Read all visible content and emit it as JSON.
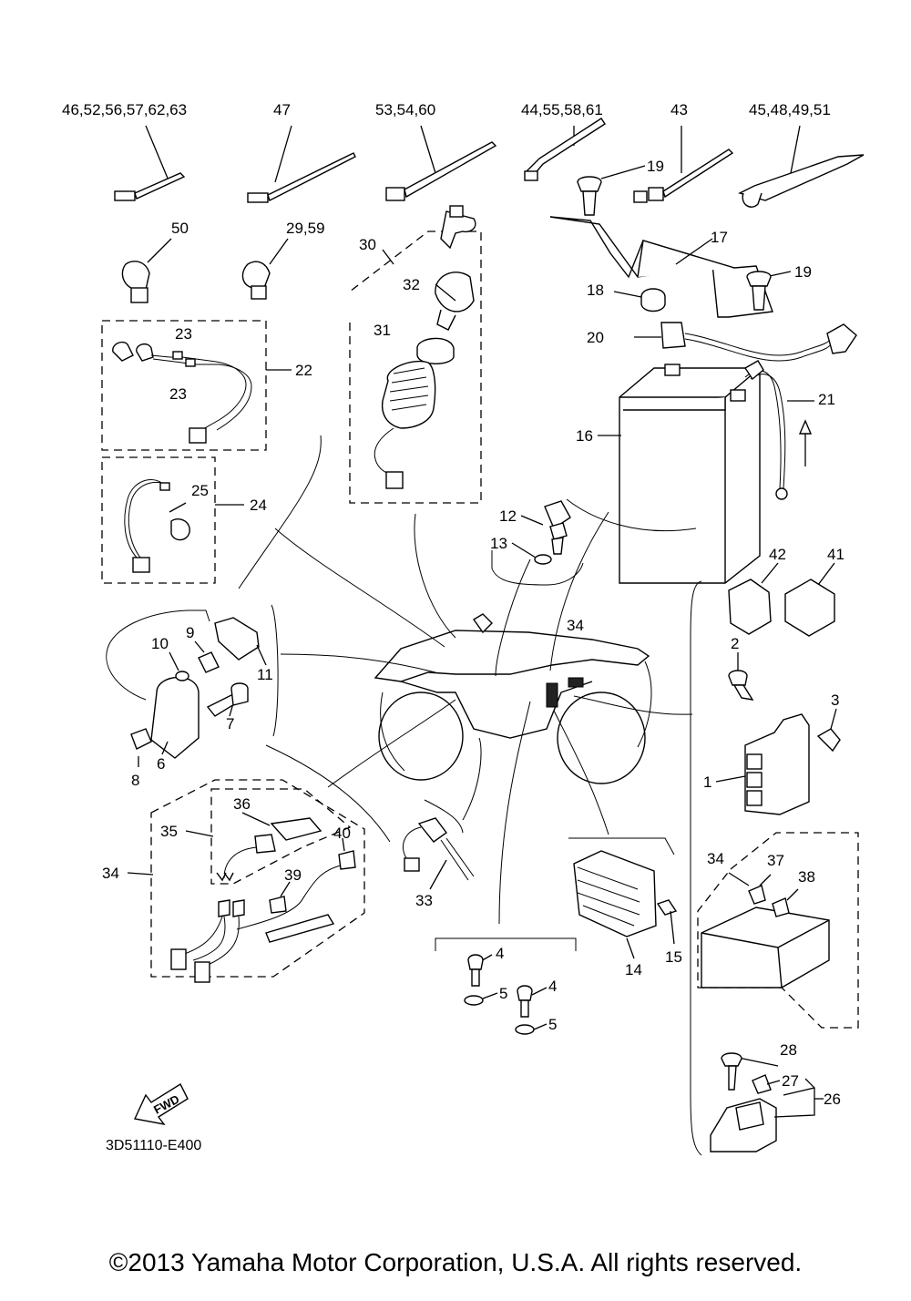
{
  "diagram": {
    "code": "3D51110-E400",
    "fwd_label": "FWD",
    "callouts": {
      "c46": "46,52,56,57,62,63",
      "c47": "47",
      "c53": "53,54,60",
      "c44": "44,55,58,61",
      "c43": "43",
      "c45": "45,48,49,51",
      "c19a": "19",
      "c19b": "19",
      "c50": "50",
      "c29": "29,59",
      "c30": "30",
      "c32": "32",
      "c31": "31",
      "c17": "17",
      "c18": "18",
      "c20": "20",
      "c23a": "23",
      "c23b": "23",
      "c22": "22",
      "c21": "21",
      "c16": "16",
      "c25": "25",
      "c24": "24",
      "c12": "12",
      "c13": "13",
      "c42": "42",
      "c41": "41",
      "c34a": "34",
      "c9": "9",
      "c10": "10",
      "c11": "11",
      "c7": "7",
      "c6": "6",
      "c8": "8",
      "c2": "2",
      "c3": "3",
      "c1": "1",
      "c36": "36",
      "c35": "35",
      "c40": "40",
      "c34b": "34",
      "c39": "39",
      "c33": "33",
      "c34c": "34",
      "c37": "37",
      "c38": "38",
      "c4a": "4",
      "c4b": "4",
      "c5a": "5",
      "c5b": "5",
      "c14": "14",
      "c15": "15",
      "c28": "28",
      "c27": "27",
      "c26": "26"
    }
  },
  "footer": {
    "copyright": "©2013 Yamaha Motor Corporation, U.S.A. All rights reserved."
  }
}
